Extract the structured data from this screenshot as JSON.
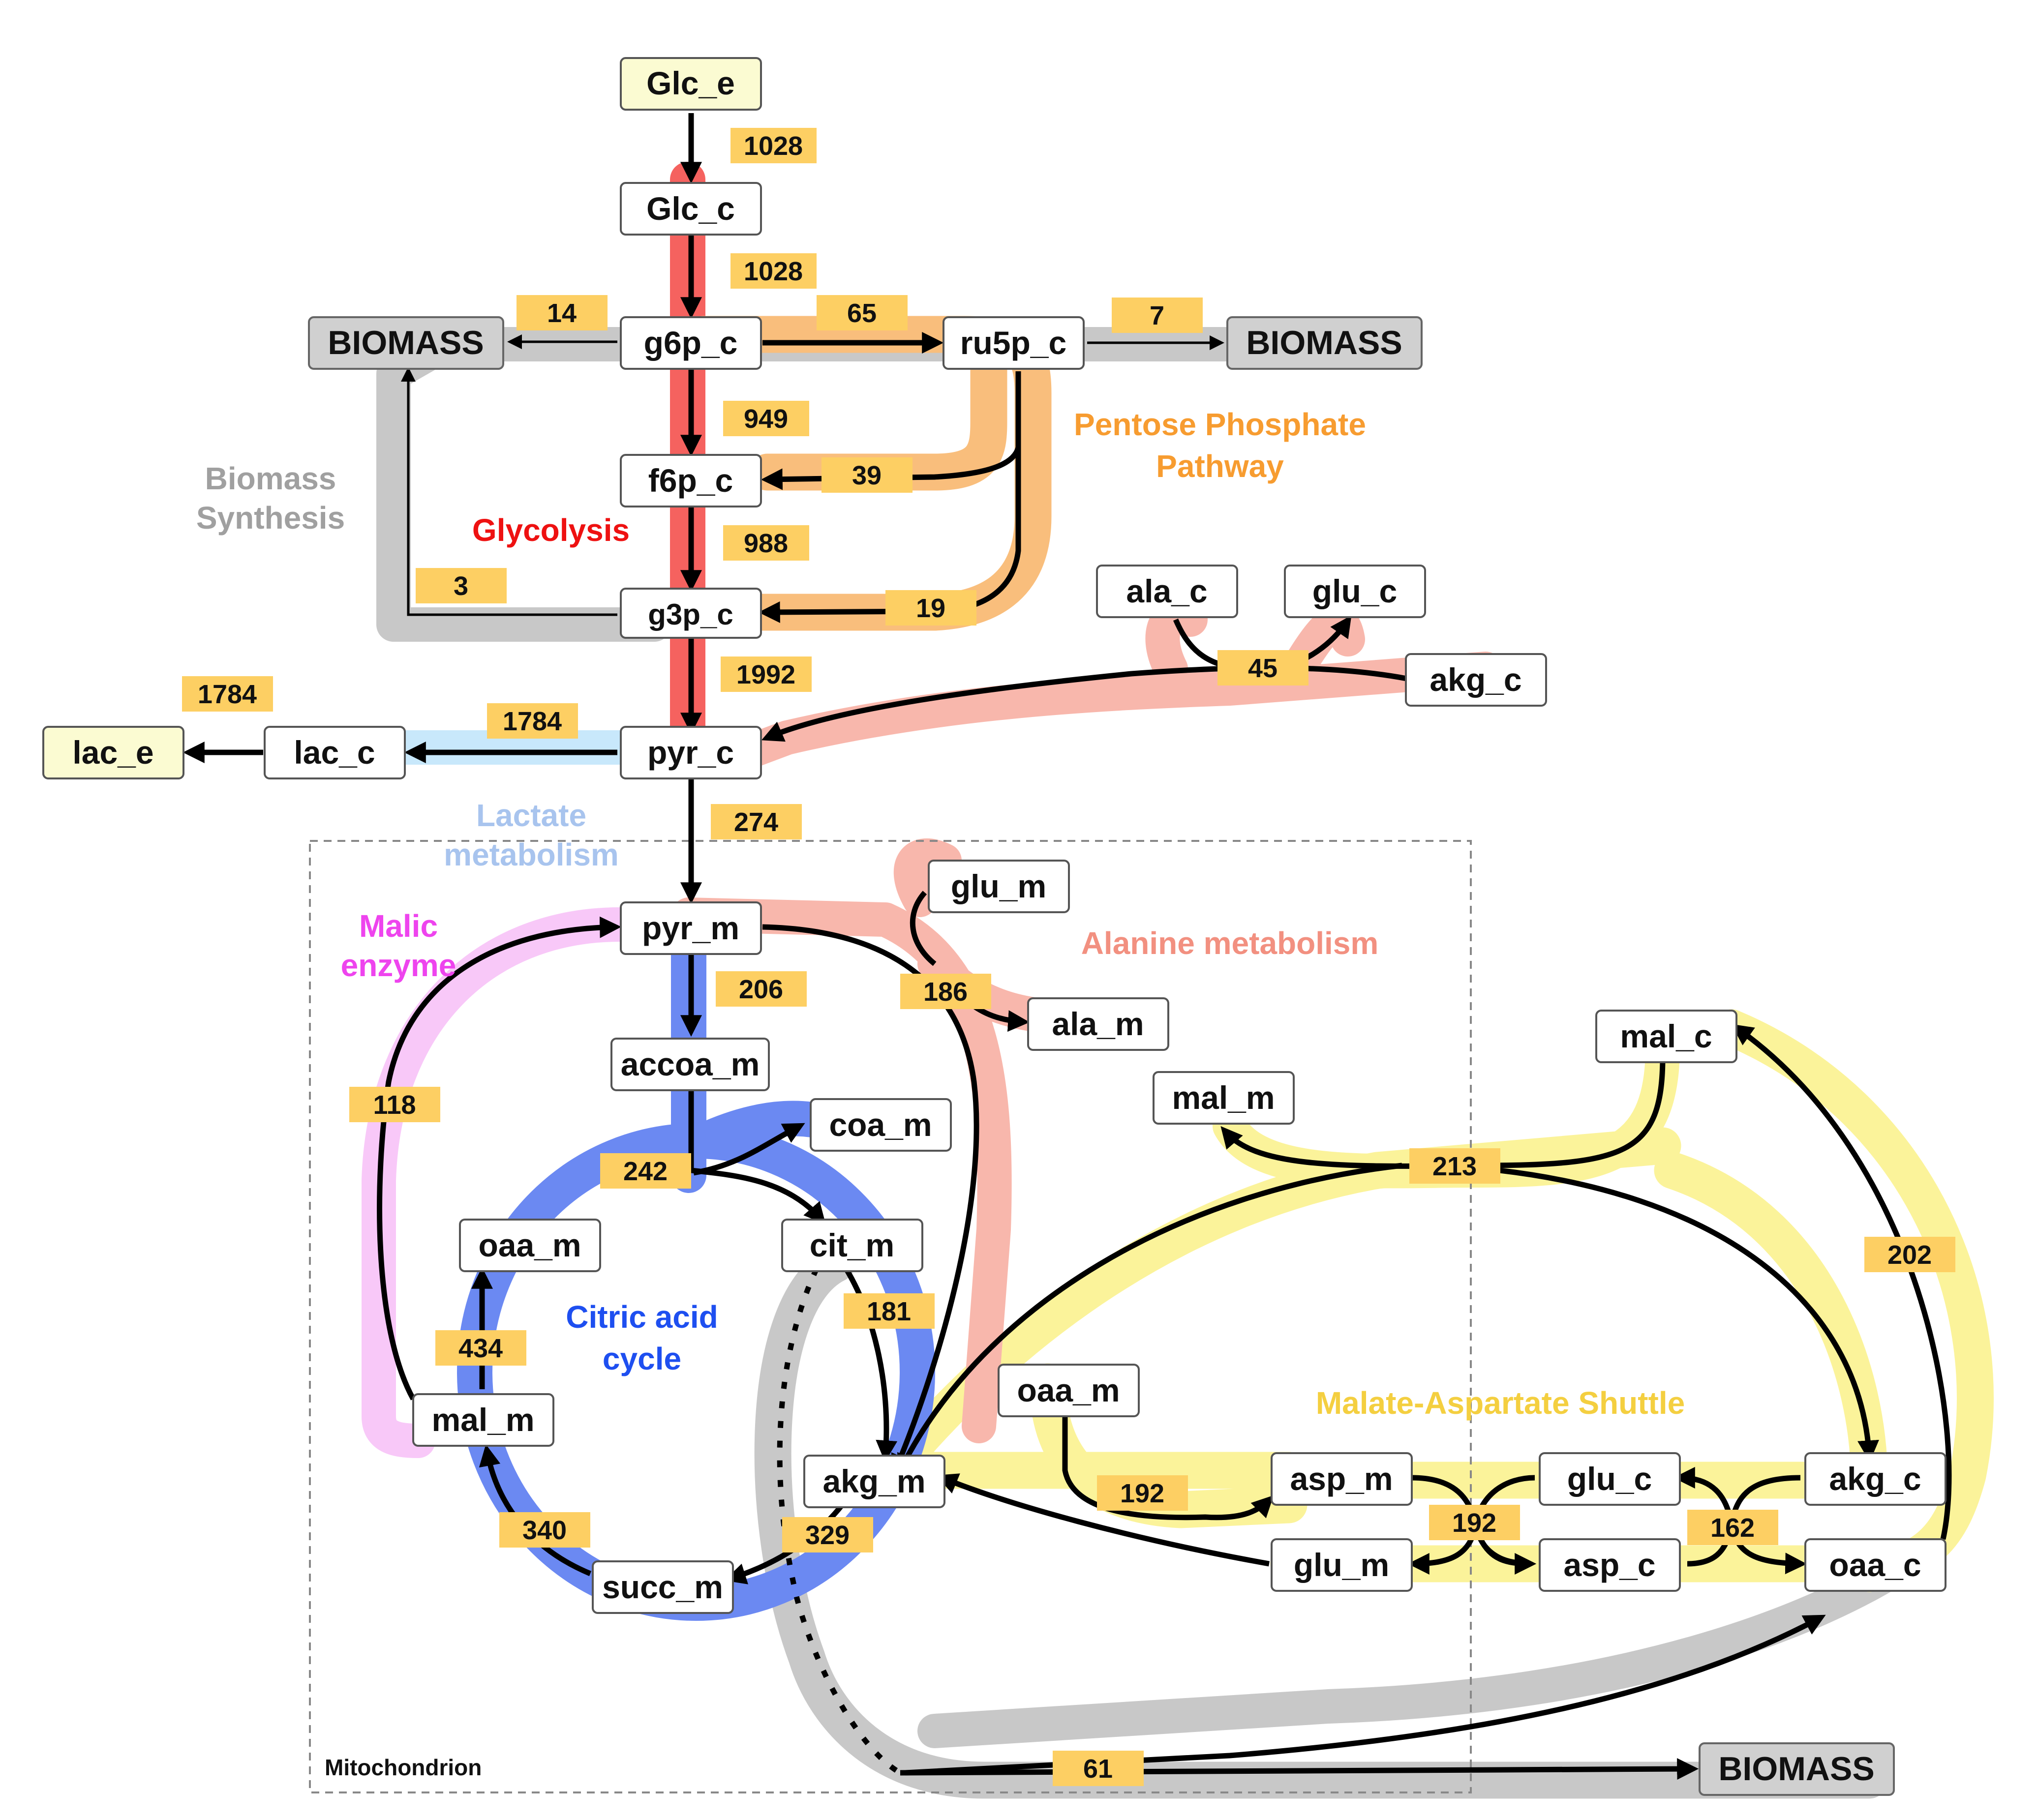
{
  "nodes": {
    "glc_e": "Glc_e",
    "glc_c": "Glc_c",
    "g6p_c": "g6p_c",
    "ru5p_c": "ru5p_c",
    "biomass_left": "BIOMASS",
    "biomass_right": "BIOMASS",
    "biomass_bottom": "BIOMASS",
    "f6p_c": "f6p_c",
    "g3p_c": "g3p_c",
    "pyr_c": "pyr_c",
    "lac_c": "lac_c",
    "lac_e": "lac_e",
    "ala_c": "ala_c",
    "glu_c_top": "glu_c",
    "akg_c_top": "akg_c",
    "pyr_m": "pyr_m",
    "glu_m_top": "glu_m",
    "ala_m": "ala_m",
    "accoa_m": "accoa_m",
    "coa_m": "coa_m",
    "cit_m": "cit_m",
    "oaa_m_left": "oaa_m",
    "mal_m_left": "mal_m",
    "akg_m": "akg_m",
    "succ_m": "succ_m",
    "mal_m_right": "mal_m",
    "mal_c": "mal_c",
    "oaa_m_right": "oaa_m",
    "asp_m": "asp_m",
    "glu_c_bottom": "glu_c",
    "akg_c_bottom": "akg_c",
    "glu_m_bottom": "glu_m",
    "asp_c": "asp_c",
    "oaa_c": "oaa_c"
  },
  "fluxes": {
    "glc_uptake": "1028",
    "hexokinase": "1028",
    "g6p_biomass": "14",
    "g6p_ppp": "65",
    "ppp_biomass": "7",
    "pgi": "949",
    "ppp_f6p": "39",
    "pfk": "988",
    "g3p_biomass": "3",
    "ppp_g3p": "19",
    "lower_glycolysis": "1992",
    "alt_c": "45",
    "lac_export": "1784",
    "ldh": "1784",
    "pyr_transport": "274",
    "pdh": "206",
    "alt_m": "186",
    "malic_enzyme": "118",
    "cs": "242",
    "mdh": "434",
    "idh": "181",
    "sdh": "340",
    "akgdh": "329",
    "mal_shuttle": "213",
    "aat_c": "202",
    "aat_m": "192",
    "agc": "192",
    "ogc": "162",
    "cit_biomass": "61"
  },
  "pathway_labels": {
    "glycolysis": "Glycolysis",
    "ppp_line1": "Pentose Phosphate",
    "ppp_line2": "Pathway",
    "biomass_line1": "Biomass",
    "biomass_line2": "Synthesis",
    "lactate_line1": "Lactate",
    "lactate_line2": "metabolism",
    "malic_line1": "Malic",
    "malic_line2": "enzyme",
    "alanine": "Alanine metabolism",
    "tca_line1": "Citric acid",
    "tca_line2": "cycle",
    "mas": "Malate-Aspartate Shuttle",
    "mitochondrion": "Mitochondrion"
  },
  "colors": {
    "glycolysis": "#f5625f",
    "ppp": "#f9be7c",
    "biomass": "#c8c8c8",
    "lactate": "#c8e8fb",
    "malic": "#f8c8f8",
    "alanine": "#f8b7ac",
    "tca": "#6b89f2",
    "mas": "#fbf39a",
    "flux_label": "#fdcf63",
    "glycolysis_text": "#ee1111",
    "ppp_text": "#f79c30",
    "biomass_text": "#a0a0a0",
    "lactate_text": "#a8c4ee",
    "malic_text": "#ee44ee",
    "alanine_text": "#f29080",
    "tca_text": "#1e4ff0",
    "mas_text": "#f4cf40"
  }
}
